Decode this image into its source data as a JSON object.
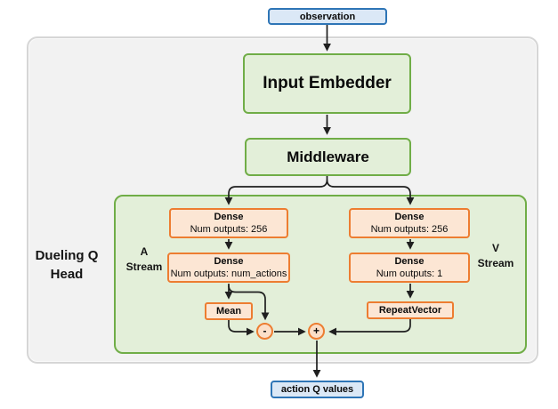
{
  "io": {
    "observation_label": "observation",
    "action_q_label": "action Q values"
  },
  "pipeline": {
    "input_embedder_label": "Input Embedder",
    "middleware_label": "Middleware"
  },
  "head": {
    "title_line1": "Dueling Q",
    "title_line2": "Head",
    "minus_label": "-",
    "plus_label": "+",
    "a_stream": {
      "line1": "A",
      "line2": "Stream",
      "layers": [
        {
          "title": "Dense",
          "detail": "Num outputs: 256"
        },
        {
          "title": "Dense",
          "detail": "Num outputs: num_actions"
        }
      ],
      "mean_label": "Mean"
    },
    "v_stream": {
      "line1": "V",
      "line2": "Stream",
      "layers": [
        {
          "title": "Dense",
          "detail": "Num outputs: 256"
        },
        {
          "title": "Dense",
          "detail": "Num outputs: 1"
        }
      ],
      "repeat_label": "RepeatVector"
    }
  },
  "colors": {
    "blue_border": "#2e75b6",
    "blue_fill": "#dbe8f6",
    "green_border": "#70ad47",
    "green_fill": "#e3efd9",
    "orange_border": "#ed7d31",
    "orange_fill": "#fce6d4",
    "circle_fill": "#fbdfc8",
    "panel_fill": "#f2f2f2",
    "panel_border": "#d6d6d6",
    "arrow": "#1f1f1f"
  }
}
